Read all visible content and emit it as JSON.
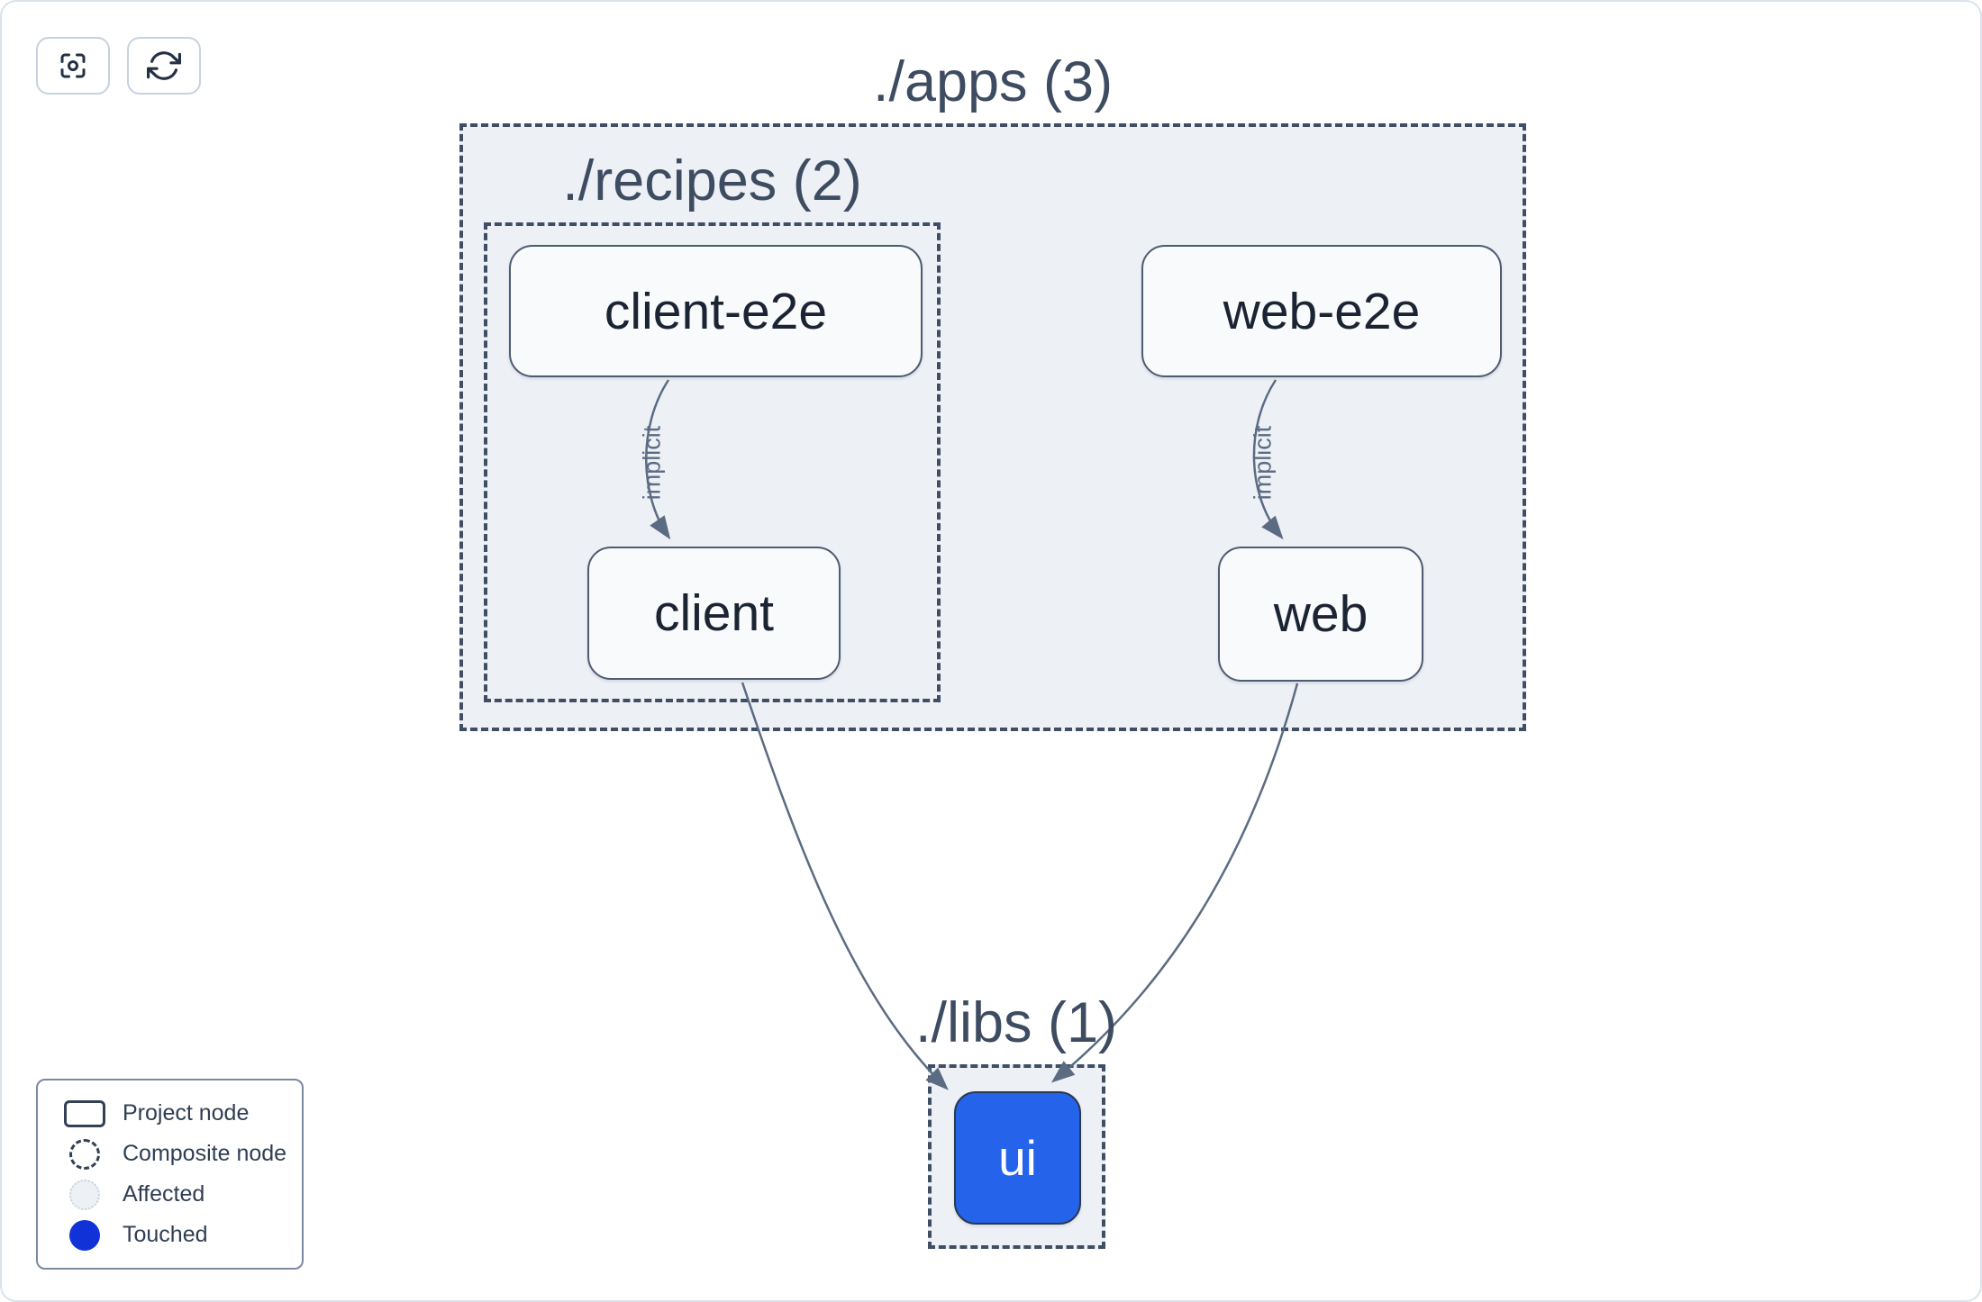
{
  "toolbar": {
    "buttons": [
      {
        "id": "focus",
        "icon": "focus-icon"
      },
      {
        "id": "refresh",
        "icon": "refresh-icon"
      }
    ]
  },
  "graph": {
    "containers": [
      {
        "id": "apps",
        "label": "./apps (3)"
      },
      {
        "id": "recipes",
        "label": "./recipes (2)"
      },
      {
        "id": "libs",
        "label": "./libs (1)"
      }
    ],
    "nodes": [
      {
        "id": "client-e2e",
        "label": "client-e2e",
        "state": "default"
      },
      {
        "id": "web-e2e",
        "label": "web-e2e",
        "state": "default"
      },
      {
        "id": "client",
        "label": "client",
        "state": "default"
      },
      {
        "id": "web",
        "label": "web",
        "state": "default"
      },
      {
        "id": "ui",
        "label": "ui",
        "state": "touched"
      }
    ],
    "edges": [
      {
        "from": "client-e2e",
        "to": "client",
        "label": "implicit"
      },
      {
        "from": "web-e2e",
        "to": "web",
        "label": "implicit"
      },
      {
        "from": "client",
        "to": "ui"
      },
      {
        "from": "web",
        "to": "ui"
      }
    ]
  },
  "legend": {
    "items": [
      {
        "swatch": "project-node-swatch",
        "label": "Project node"
      },
      {
        "swatch": "composite-node-swatch",
        "label": "Composite node"
      },
      {
        "swatch": "affected-swatch",
        "label": "Affected"
      },
      {
        "swatch": "touched-swatch",
        "label": "Touched"
      }
    ]
  },
  "colors": {
    "touched_blue": "#1132d9",
    "ui_node_blue": "#2563eb",
    "container_fill": "#edf1f6",
    "node_fill": "#f9fafc",
    "dashed_border": "#3f4e63",
    "edge_stroke": "#5b6b82",
    "title_text": "#3e4c61",
    "node_text": "#1b2432",
    "canvas_border": "#dbe2ec"
  }
}
